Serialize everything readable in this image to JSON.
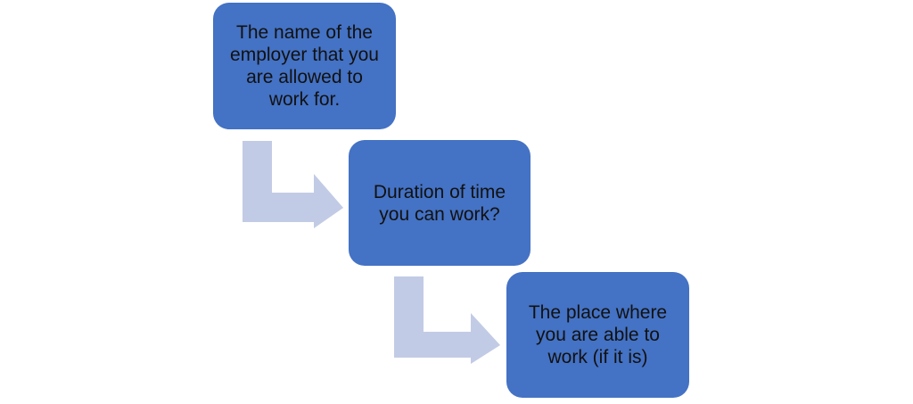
{
  "colors": {
    "box_fill": "#4472c4",
    "arrow_fill": "#c2cbe5",
    "text": "#111111",
    "background": "#ffffff"
  },
  "steps": [
    {
      "text": "The name of the employer that you are allowed to work for."
    },
    {
      "text": "Duration of time you can work?"
    },
    {
      "text": "The place where you are able to work (if it is)"
    }
  ],
  "connectors": [
    {
      "from": 0,
      "to": 1,
      "shape": "bent-arrow",
      "icon": "bent-arrow-icon"
    },
    {
      "from": 1,
      "to": 2,
      "shape": "bent-arrow",
      "icon": "bent-arrow-icon"
    }
  ]
}
